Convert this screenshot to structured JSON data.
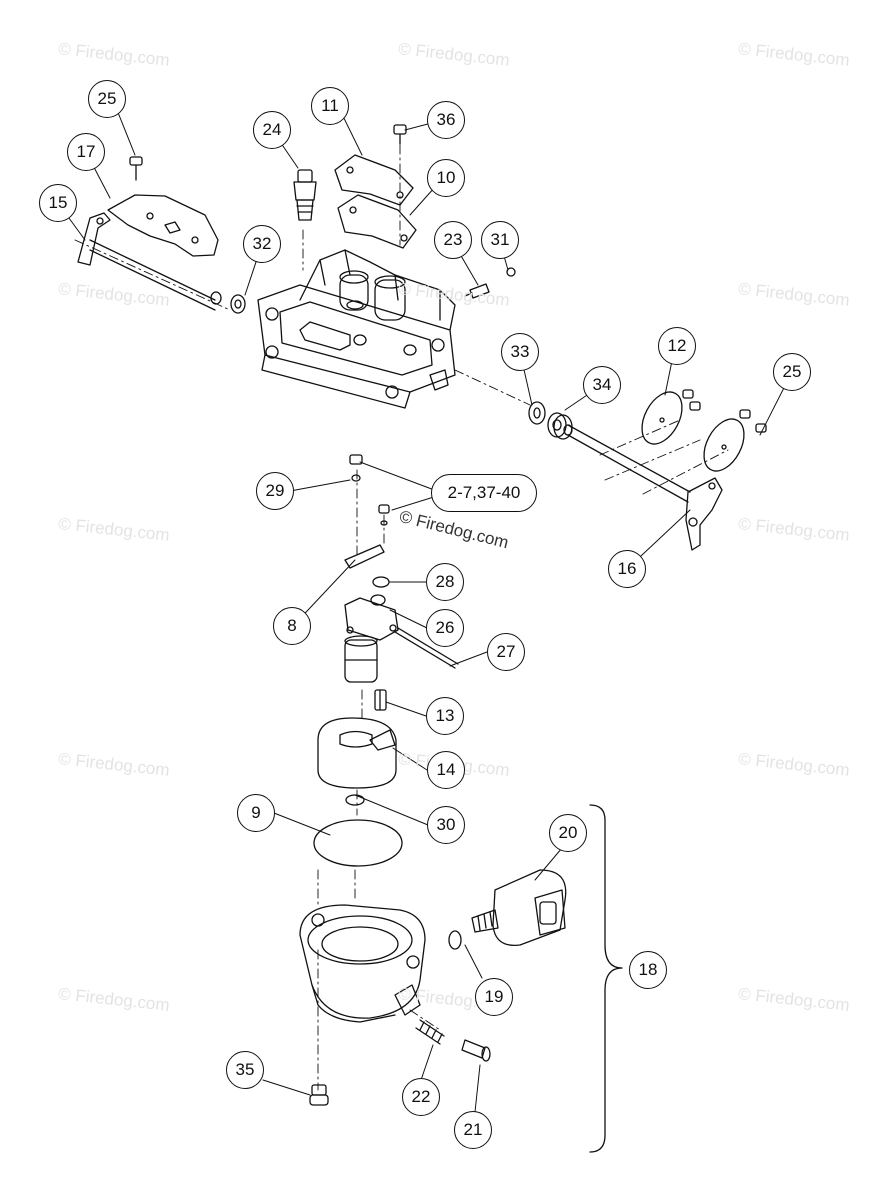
{
  "watermark": {
    "text": "© Firedog.com",
    "color": "#e3e3e3"
  },
  "callouts": [
    {
      "id": "c25a",
      "label": "25"
    },
    {
      "id": "c11",
      "label": "11"
    },
    {
      "id": "c36",
      "label": "36"
    },
    {
      "id": "c24",
      "label": "24"
    },
    {
      "id": "c17",
      "label": "17"
    },
    {
      "id": "c10",
      "label": "10"
    },
    {
      "id": "c15",
      "label": "15"
    },
    {
      "id": "c23",
      "label": "23"
    },
    {
      "id": "c31",
      "label": "31"
    },
    {
      "id": "c32",
      "label": "32"
    },
    {
      "id": "c33",
      "label": "33"
    },
    {
      "id": "c12",
      "label": "12"
    },
    {
      "id": "c34",
      "label": "34"
    },
    {
      "id": "c25b",
      "label": "25"
    },
    {
      "id": "c29",
      "label": "29"
    },
    {
      "id": "c2740",
      "label": "2-7,37-40"
    },
    {
      "id": "c16",
      "label": "16"
    },
    {
      "id": "c28",
      "label": "28"
    },
    {
      "id": "c8",
      "label": "8"
    },
    {
      "id": "c26",
      "label": "26"
    },
    {
      "id": "c27",
      "label": "27"
    },
    {
      "id": "c13",
      "label": "13"
    },
    {
      "id": "c14",
      "label": "14"
    },
    {
      "id": "c9",
      "label": "9"
    },
    {
      "id": "c30",
      "label": "30"
    },
    {
      "id": "c20",
      "label": "20"
    },
    {
      "id": "c18",
      "label": "18"
    },
    {
      "id": "c19",
      "label": "19"
    },
    {
      "id": "c35",
      "label": "35"
    },
    {
      "id": "c22",
      "label": "22"
    },
    {
      "id": "c21",
      "label": "21"
    }
  ]
}
